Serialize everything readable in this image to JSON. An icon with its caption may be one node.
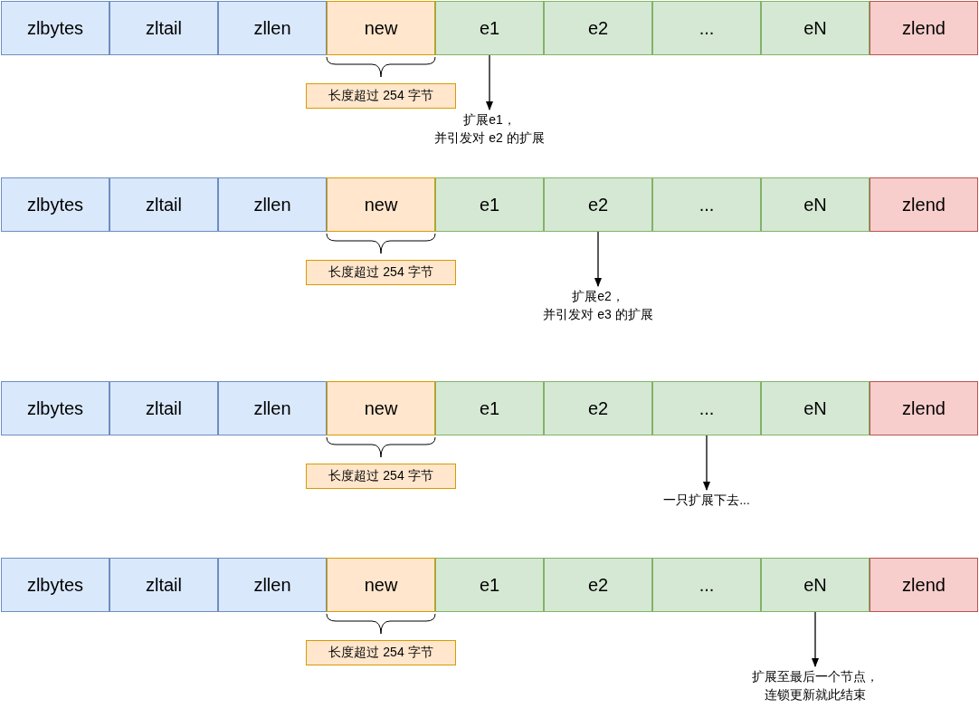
{
  "diagram": {
    "nodes": [
      {
        "text": [
          "zlbytes"
        ]
      },
      {
        "text": [
          "zltail"
        ]
      },
      {
        "text": [
          "zllen"
        ]
      },
      {
        "text": [
          "new"
        ]
      },
      {
        "text": [
          "e1"
        ]
      },
      {
        "text": [
          "e2"
        ]
      },
      {
        "text": [
          "..."
        ]
      },
      {
        "text": [
          "eN"
        ]
      },
      {
        "text": [
          "zlend"
        ]
      },
      {
        "text": [
          "长度超过 254 字节"
        ]
      },
      {
        "text": [
          "扩展e1，并引发对 e2 的扩展"
        ]
      },
      {
        "text": [
          "zlbytes"
        ]
      },
      {
        "text": [
          "zltail"
        ]
      },
      {
        "text": [
          "zllen"
        ]
      },
      {
        "text": [
          "new"
        ]
      },
      {
        "text": [
          "e1"
        ]
      },
      {
        "text": [
          "e2"
        ]
      },
      {
        "text": [
          "..."
        ]
      },
      {
        "text": [
          "eN"
        ]
      },
      {
        "text": [
          "zlend"
        ]
      },
      {
        "text": [
          "长度超过 254 字节"
        ]
      },
      {
        "text": [
          "扩展e2，并引发对 e3 的扩展"
        ]
      },
      {
        "text": [
          "zlbytes"
        ]
      },
      {
        "text": [
          "zltail"
        ]
      },
      {
        "text": [
          "zllen"
        ]
      },
      {
        "text": [
          "new"
        ]
      },
      {
        "text": [
          "e1"
        ]
      },
      {
        "text": [
          "e2"
        ]
      },
      {
        "text": [
          "..."
        ]
      },
      {
        "text": [
          "eN"
        ]
      },
      {
        "text": [
          "zlend"
        ]
      },
      {
        "text": [
          "长度超过 254 字节"
        ]
      },
      {
        "text": [
          "一只扩展下去..."
        ]
      },
      {
        "text": [
          "zlbytes"
        ]
      },
      {
        "text": [
          "zltail"
        ]
      },
      {
        "text": [
          "zllen"
        ]
      },
      {
        "text": [
          "new"
        ]
      },
      {
        "text": [
          "e1"
        ]
      },
      {
        "text": [
          "e2"
        ]
      },
      {
        "text": [
          "..."
        ]
      },
      {
        "text": [
          "eN"
        ]
      },
      {
        "text": [
          "zlend"
        ]
      },
      {
        "text": [
          "长度超过 254 字节"
        ]
      },
      {
        "text": [
          "扩展至最后一个节点，连锁更新就此结束"
        ]
      }
    ],
    "edges": [
      {
        "from": 4,
        "to": 10,
        "arrow": "to"
      },
      {
        "from": 16,
        "to": 21,
        "arrow": "to"
      },
      {
        "from": 28,
        "to": 32,
        "arrow": "to"
      },
      {
        "from": 40,
        "to": 43,
        "arrow": "to"
      }
    ]
  }
}
